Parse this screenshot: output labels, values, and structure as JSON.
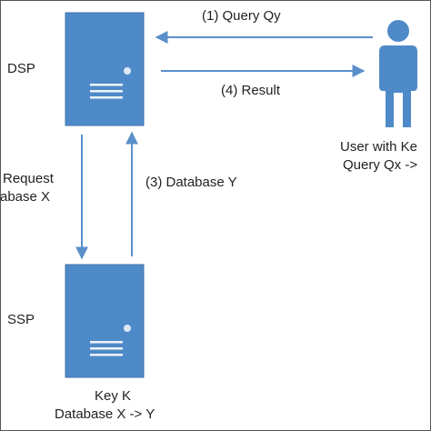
{
  "colors": {
    "node_fill": "#4f8ac8",
    "node_stroke": "#3f73aa",
    "arrow": "#5b8fc9",
    "text": "#222222",
    "border": "#555555"
  },
  "nodes": {
    "dsp": {
      "label": "DSP",
      "icon": "server-icon"
    },
    "ssp": {
      "label": "SSP",
      "icon": "server-icon"
    },
    "user": {
      "icon": "user-icon",
      "caption_line1": "User with Ke",
      "caption_line2": "Query Qx ->"
    }
  },
  "ssp_caption": {
    "line1": "Key K",
    "line2": "Database X -> Y"
  },
  "edges": {
    "query": "(1) Query Qy",
    "request_line1": "Request",
    "request_line2": "abase X",
    "database": "(3) Database Y",
    "result": "(4) Result"
  }
}
